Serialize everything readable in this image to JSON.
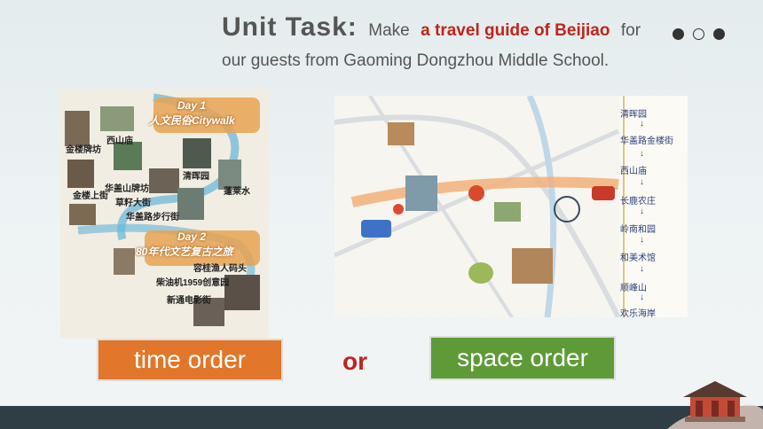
{
  "header": {
    "label": "Unit Task:",
    "text_before": "Make",
    "emphasis": "a travel guide of Beijiao",
    "text_after": "for",
    "line2": "our guests from Gaoming Dongzhou Middle School."
  },
  "pagination": {
    "current": 1,
    "total": 3
  },
  "left_map": {
    "day1": "Day 1",
    "day1_title": "人文民俗Citywalk",
    "day2": "Day 2",
    "day2_title": "80年代文艺复古之旅",
    "places": [
      "金楼牌坊",
      "西山庙",
      "华盖山牌坊",
      "金楼上街",
      "草籽大街",
      "华盖路步行街",
      "清晖园",
      "蓬莱水",
      "容桂渔人码头",
      "柴油机1959创意园",
      "新通电影街"
    ]
  },
  "right_map": {
    "route": [
      "清晖园",
      "华盖路金楼街",
      "西山庙",
      "长鹿农庄",
      "岭南和园",
      "和美术馆",
      "顺峰山",
      "欢乐海岸"
    ]
  },
  "options": {
    "time": "time order",
    "connector": "or",
    "space": "space order"
  },
  "colors": {
    "accent_red": "#c0241c",
    "time_button": "#e2762a",
    "space_button": "#5e9b38",
    "bottom_band": "#2f3d44"
  }
}
